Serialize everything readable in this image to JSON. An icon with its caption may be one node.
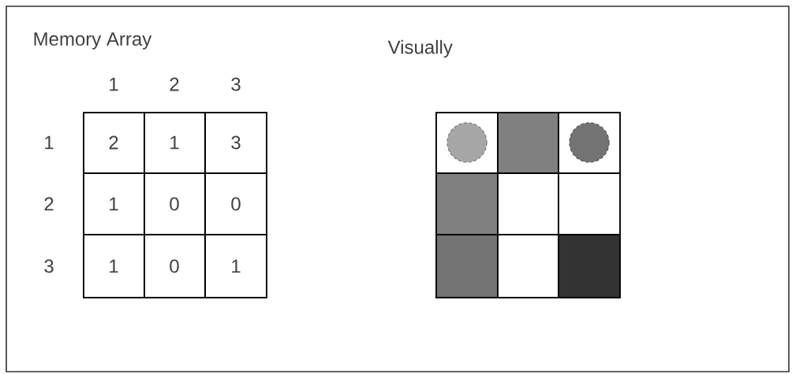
{
  "diagram": {
    "labels": [
      "Memory Array",
      "Visually",
      "1",
      "2",
      "3",
      "1",
      "2",
      "1",
      "3",
      "2",
      "1",
      "0",
      "0",
      "3",
      "1",
      "0",
      "1"
    ]
  }
}
